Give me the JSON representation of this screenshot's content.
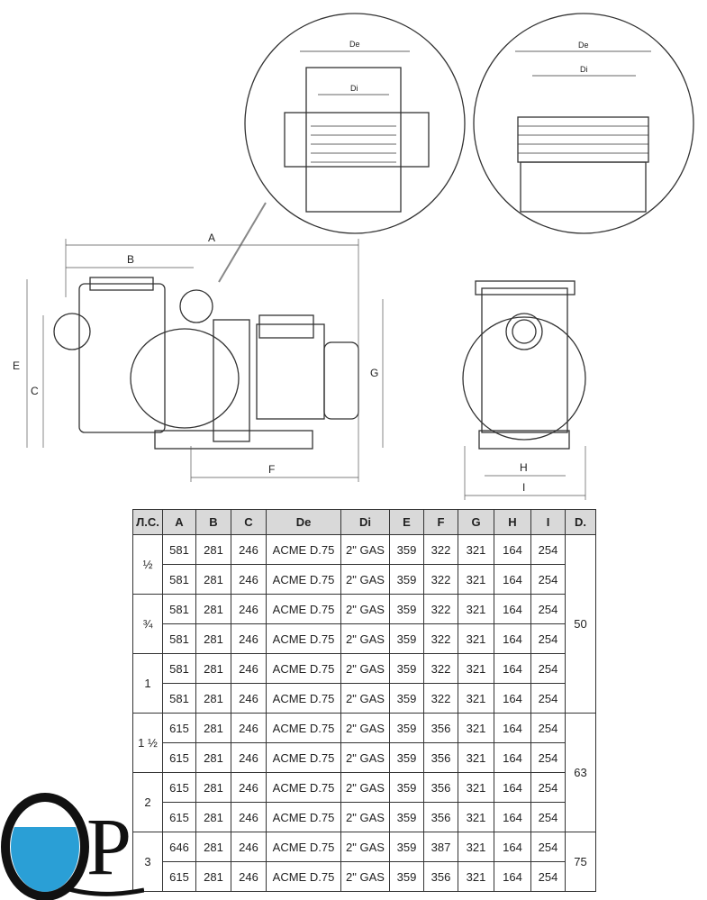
{
  "drawing": {
    "labels": {
      "de1": "De",
      "di1": "Di",
      "de2": "De",
      "di2": "Di",
      "a": "A",
      "b": "B",
      "e": "E",
      "c": "C",
      "g": "G",
      "f": "F",
      "h": "H",
      "i": "I"
    }
  },
  "table": {
    "headers": [
      "Л.С.",
      "A",
      "B",
      "C",
      "De",
      "Di",
      "E",
      "F",
      "G",
      "H",
      "I",
      "D."
    ],
    "groups": [
      {
        "hp": "½",
        "rows": [
          [
            "581",
            "281",
            "246",
            "ACME D.75",
            "2\" GAS",
            "359",
            "322",
            "321",
            "164",
            "254"
          ],
          [
            "581",
            "281",
            "246",
            "ACME D.75",
            "2\" GAS",
            "359",
            "322",
            "321",
            "164",
            "254"
          ]
        ]
      },
      {
        "hp": "¾",
        "rows": [
          [
            "581",
            "281",
            "246",
            "ACME D.75",
            "2\" GAS",
            "359",
            "322",
            "321",
            "164",
            "254"
          ],
          [
            "581",
            "281",
            "246",
            "ACME D.75",
            "2\" GAS",
            "359",
            "322",
            "321",
            "164",
            "254"
          ]
        ]
      },
      {
        "hp": "1",
        "rows": [
          [
            "581",
            "281",
            "246",
            "ACME D.75",
            "2\" GAS",
            "359",
            "322",
            "321",
            "164",
            "254"
          ],
          [
            "581",
            "281",
            "246",
            "ACME D.75",
            "2\" GAS",
            "359",
            "322",
            "321",
            "164",
            "254"
          ]
        ]
      },
      {
        "hp": "1 ½",
        "rows": [
          [
            "615",
            "281",
            "246",
            "ACME D.75",
            "2\" GAS",
            "359",
            "356",
            "321",
            "164",
            "254"
          ],
          [
            "615",
            "281",
            "246",
            "ACME D.75",
            "2\" GAS",
            "359",
            "356",
            "321",
            "164",
            "254"
          ]
        ]
      },
      {
        "hp": "2",
        "rows": [
          [
            "615",
            "281",
            "246",
            "ACME D.75",
            "2\" GAS",
            "359",
            "356",
            "321",
            "164",
            "254"
          ],
          [
            "615",
            "281",
            "246",
            "ACME D.75",
            "2\" GAS",
            "359",
            "356",
            "321",
            "164",
            "254"
          ]
        ]
      },
      {
        "hp": "3",
        "rows": [
          [
            "646",
            "281",
            "246",
            "ACME D.75",
            "2\" GAS",
            "359",
            "387",
            "321",
            "164",
            "254"
          ],
          [
            "615",
            "281",
            "246",
            "ACME D.75",
            "2\" GAS",
            "359",
            "356",
            "321",
            "164",
            "254"
          ]
        ]
      }
    ],
    "d_values": [
      {
        "value": "50",
        "span": 6
      },
      {
        "value": "63",
        "span": 4
      },
      {
        "value": "75",
        "span": 2
      }
    ]
  },
  "logo": {
    "text": "QP",
    "water_color": "#2a9fd6"
  }
}
